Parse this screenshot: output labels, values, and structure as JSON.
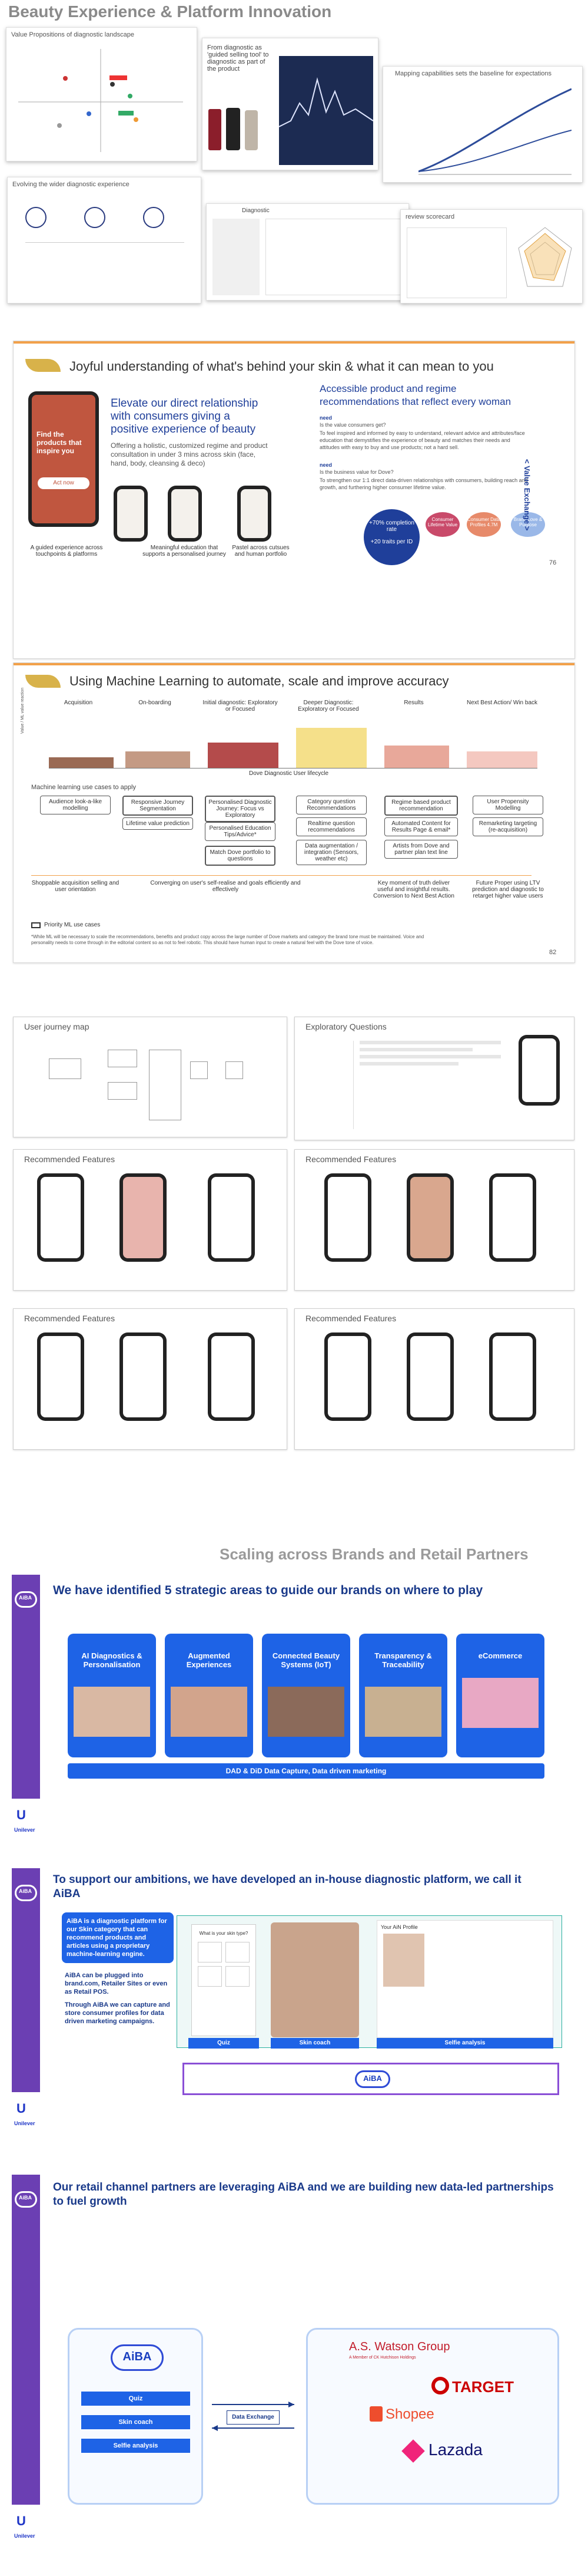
{
  "section1": {
    "title": "Beauty Experience & Platform Innovation"
  },
  "top_cards": [
    {
      "title": "Value Propositions of diagnostic landscape"
    },
    {
      "title": "From diagnostic as 'guided selling tool' to diagnostic as part of the product"
    },
    {
      "title": "Mapping capabilities sets the baseline for expectations"
    },
    {
      "title": "Evolving the wider diagnostic experience"
    },
    {
      "title": "Diagnostic"
    },
    {
      "title": "review scorecard"
    }
  ],
  "slide1": {
    "title": "Joyful understanding of what's behind your skin & what it can mean to you",
    "hero_heading": "Elevate our direct relationship with consumers giving a positive experience of beauty",
    "hero_sub": "Offering a holistic, customized regime and product consultation in under 3 mins across skin (face, hand, body, cleansing & deco)",
    "phone_text": "Find the products that inspire you",
    "phone_btn": "Act now",
    "captions": [
      "A guided experience across touchpoints & platforms",
      "Meaningful education that supports a personalised journey",
      "Pastel across cutsues and human portfolio"
    ],
    "right_heading": "Accessible product and regime recommendations that reflect every woman",
    "need1_label": "need",
    "need1_q": "Is the value consumers get?",
    "need1_text": "To feel inspired and informed by easy to understand, relevant advice and attributes/face education that demystifies the experience of beauty and matches their needs and attitudes with easy to buy and use products; not a hard sell.",
    "need2_label": "need",
    "need2_q": "Is the business value for Dove?",
    "need2_text": "To strengthen our 1:1 direct data-driven relationships with consumers, building reach and growth, and furthering higher consumer lifetime value.",
    "circle_stats": [
      "+70% completion rate",
      "+20 traits per ID"
    ],
    "ovals": [
      "Consumer Lifetime Value",
      "Consumer Data Profiles 4.7M",
      "Brand Love & Purpose"
    ],
    "side_label": "< Value Exchange >",
    "page": "76"
  },
  "slide2": {
    "title": "Using Machine Learning to automate, scale and improve accuracy",
    "axis": "Value / ML value reaction",
    "stages": [
      "Acquisition",
      "On-boarding",
      "Initial diagnostic: Exploratory or Focused",
      "Deeper Diagnostic: Exploratory or Focused",
      "Results",
      "Next Best Action/ Win back"
    ],
    "lifecycle": "Dove Diagnostic User lifecycle",
    "ml_title": "Machine learning use cases to apply",
    "col1": [
      "Audience look-a-like modelling"
    ],
    "col2": [
      "Responsive Journey Segmentation",
      "Lifetime value prediction"
    ],
    "col3": [
      "Personalised Diagnostic Journey: Focus vs Exploratory",
      "Personalised Education Tips/Advice*",
      "Match Dove portfolio to questions"
    ],
    "col4": [
      "Category question Recommendations",
      "Realtime question recommendations",
      "Data augmentation / integration (Sensors, weather etc)"
    ],
    "col5": [
      "Regime based product recommendation",
      "Automated Content for Results Page & email*",
      "Artists from Dove and partner plan text line"
    ],
    "col6": [
      "User Propensity Modelling",
      "Remarketing targeting (re-acquisition)"
    ],
    "bottom": [
      "Shoppable acquisition selling and user orientation",
      "Converging on user's self-realise and goals efficiently and effectively",
      "Key moment of truth deliver useful and insightful results. Conversion to Next Best Action",
      "Future Proper using LTV prediction and diagnostic to retarget higher value users"
    ],
    "legend": "Priority ML use cases",
    "footnote": "*While ML will be necessary to scale the recommendations, benefits and product copy across the large number of Dove markets and category the brand tone must be maintained. Voice and personality needs to come through in the editorial content so as not to feel robotic. This should have human input to create a natural feel with the Dove tone of voice.",
    "page": "82"
  },
  "grid_slides": [
    {
      "title": "User journey map"
    },
    {
      "title": "Exploratory Questions"
    },
    {
      "title": "Recommended Features"
    },
    {
      "title": "Recommended Features"
    },
    {
      "title": "Recommended Features"
    },
    {
      "title": "Recommended Features"
    }
  ],
  "section2": {
    "title": "Scaling across Brands and Retail Partners"
  },
  "retail1": {
    "title": "We have identified 5 strategic areas to guide our brands on where to play",
    "cards": [
      "AI Diagnostics & Personalisation",
      "Augmented Experiences",
      "Connected Beauty Systems (IoT)",
      "Transparency & Traceability",
      "eCommerce"
    ],
    "banner": "DAD & DiD Data Capture, Data driven marketing",
    "brand": "Unilever",
    "aiba": "AiBA"
  },
  "retail2": {
    "title": "To support our ambitions, we have developed an in-house diagnostic platform, we call it AiBA",
    "callout": "AiBA is a diagnostic platform for our Skin category that can recommend products and articles using a proprietary machine-learning engine.",
    "para1": "AiBA can be plugged into brand.com, Retailer Sites or even as Retail POS.",
    "para2": "Through AiBA we can capture and store consumer profiles for data driven marketing campaigns.",
    "tabs": [
      "Quiz",
      "Skin coach",
      "Selfie analysis"
    ],
    "quiz_q": "What is your skin type?",
    "profile": "Your AiN Profile",
    "brand": "Unilever",
    "aiba": "AiBA"
  },
  "retail3": {
    "title": "Our retail channel partners are leveraging AiBA and we are building new data-led partnerships to fuel growth",
    "left_btns": [
      "Quiz",
      "Skin coach",
      "Selfie analysis"
    ],
    "exchange": "Data Exchange",
    "watson": "A.S. Watson Group",
    "watson_sub": "A Member of CK Hutchison Holdings",
    "target": "TARGET",
    "shopee": "Shopee",
    "lazada": "Lazada",
    "brand": "Unilever",
    "aiba": "AiBA"
  },
  "colors": {
    "purple": "#6b3fb3",
    "blue": "#1e63e6",
    "orange": "#f2a14a",
    "navy": "#1a3a8a",
    "gold": "#d8b24a"
  }
}
